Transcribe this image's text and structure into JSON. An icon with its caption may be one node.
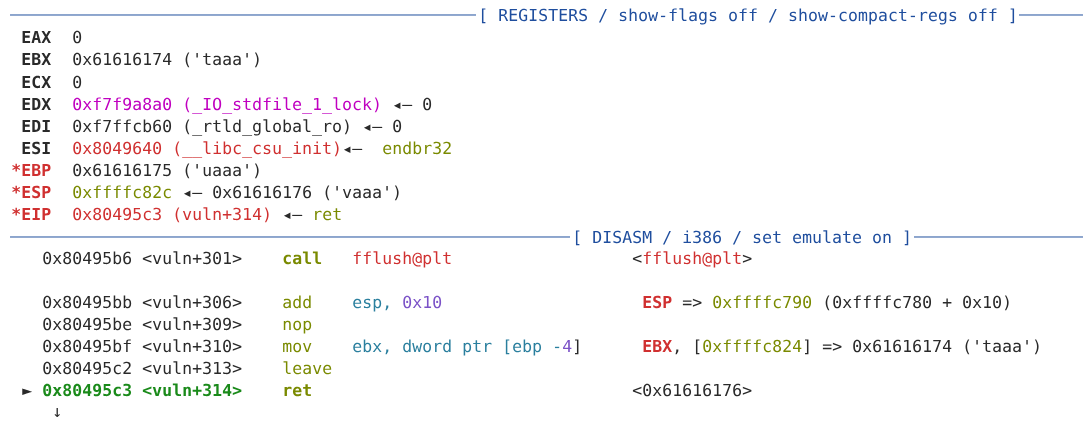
{
  "diagram": {
    "labels": [
      "[ REGISTERS / show-flags off / show-compact-regs off ]",
      "EAX",
      "0",
      "EBX",
      "0x61616174 ('taaa')",
      "ECX",
      "0",
      "EDX",
      "0xf7f9a8a0 (_IO_stdfile_1_lock)",
      "◂— 0",
      "EDI",
      "0xf7ffcb60 (_rtld_global_ro)",
      "◂— 0",
      "ESI",
      "0x8049640 (__libc_csu_init)",
      "◂—",
      "endbr32",
      "*EBP",
      "0x61616175 ('uaaa')",
      "*ESP",
      "0xffffc82c",
      "◂— 0x61616176 ('vaaa')",
      "*EIP",
      "0x80495c3 (vuln+314)",
      "◂—",
      "ret",
      "[ DISASM / i386 / set emulate on ]",
      "0x80495b6 <vuln+301>",
      "call",
      "fflush@plt",
      "<",
      "fflush@plt",
      ">",
      "0x80495bb <vuln+306>",
      "add",
      "esp,",
      "0x10",
      "ESP",
      "=>",
      "0xffffc790",
      "(0xffffc780 + 0x10)",
      "0x80495be <vuln+309>",
      "nop",
      "0x80495bf <vuln+310>",
      "mov",
      "ebx, dword ptr [ebp -",
      "4",
      "]",
      "EBX",
      ",",
      "[",
      "0xffffc824",
      "] => 0x61616174 ('taaa')",
      "0x80495c2 <vuln+313>",
      "leave",
      "►",
      "0x80495c3 <vuln+314>",
      "ret",
      "<0x61616176>",
      "↓"
    ]
  }
}
